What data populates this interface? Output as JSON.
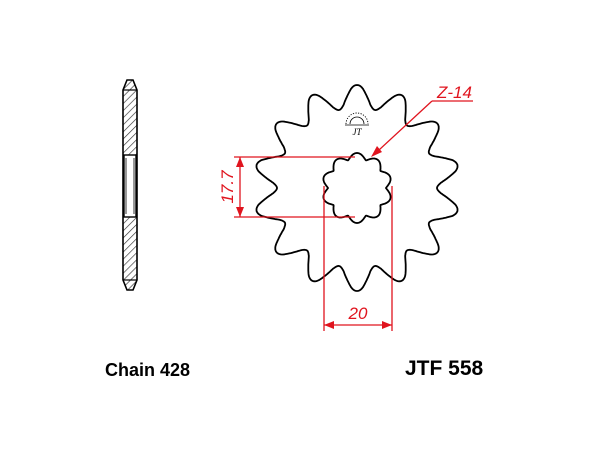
{
  "diagram": {
    "teeth_label": "Z-14",
    "height_dim": "17.7",
    "width_dim": "20",
    "chain_label": "Chain 428",
    "part_number": "JTF 558",
    "teeth_count": 14,
    "spline_count": 10,
    "colors": {
      "outline": "#000000",
      "dimension": "#e0141e",
      "hatch": "#333333",
      "background": "#ffffff"
    },
    "logo_text": "JT"
  }
}
